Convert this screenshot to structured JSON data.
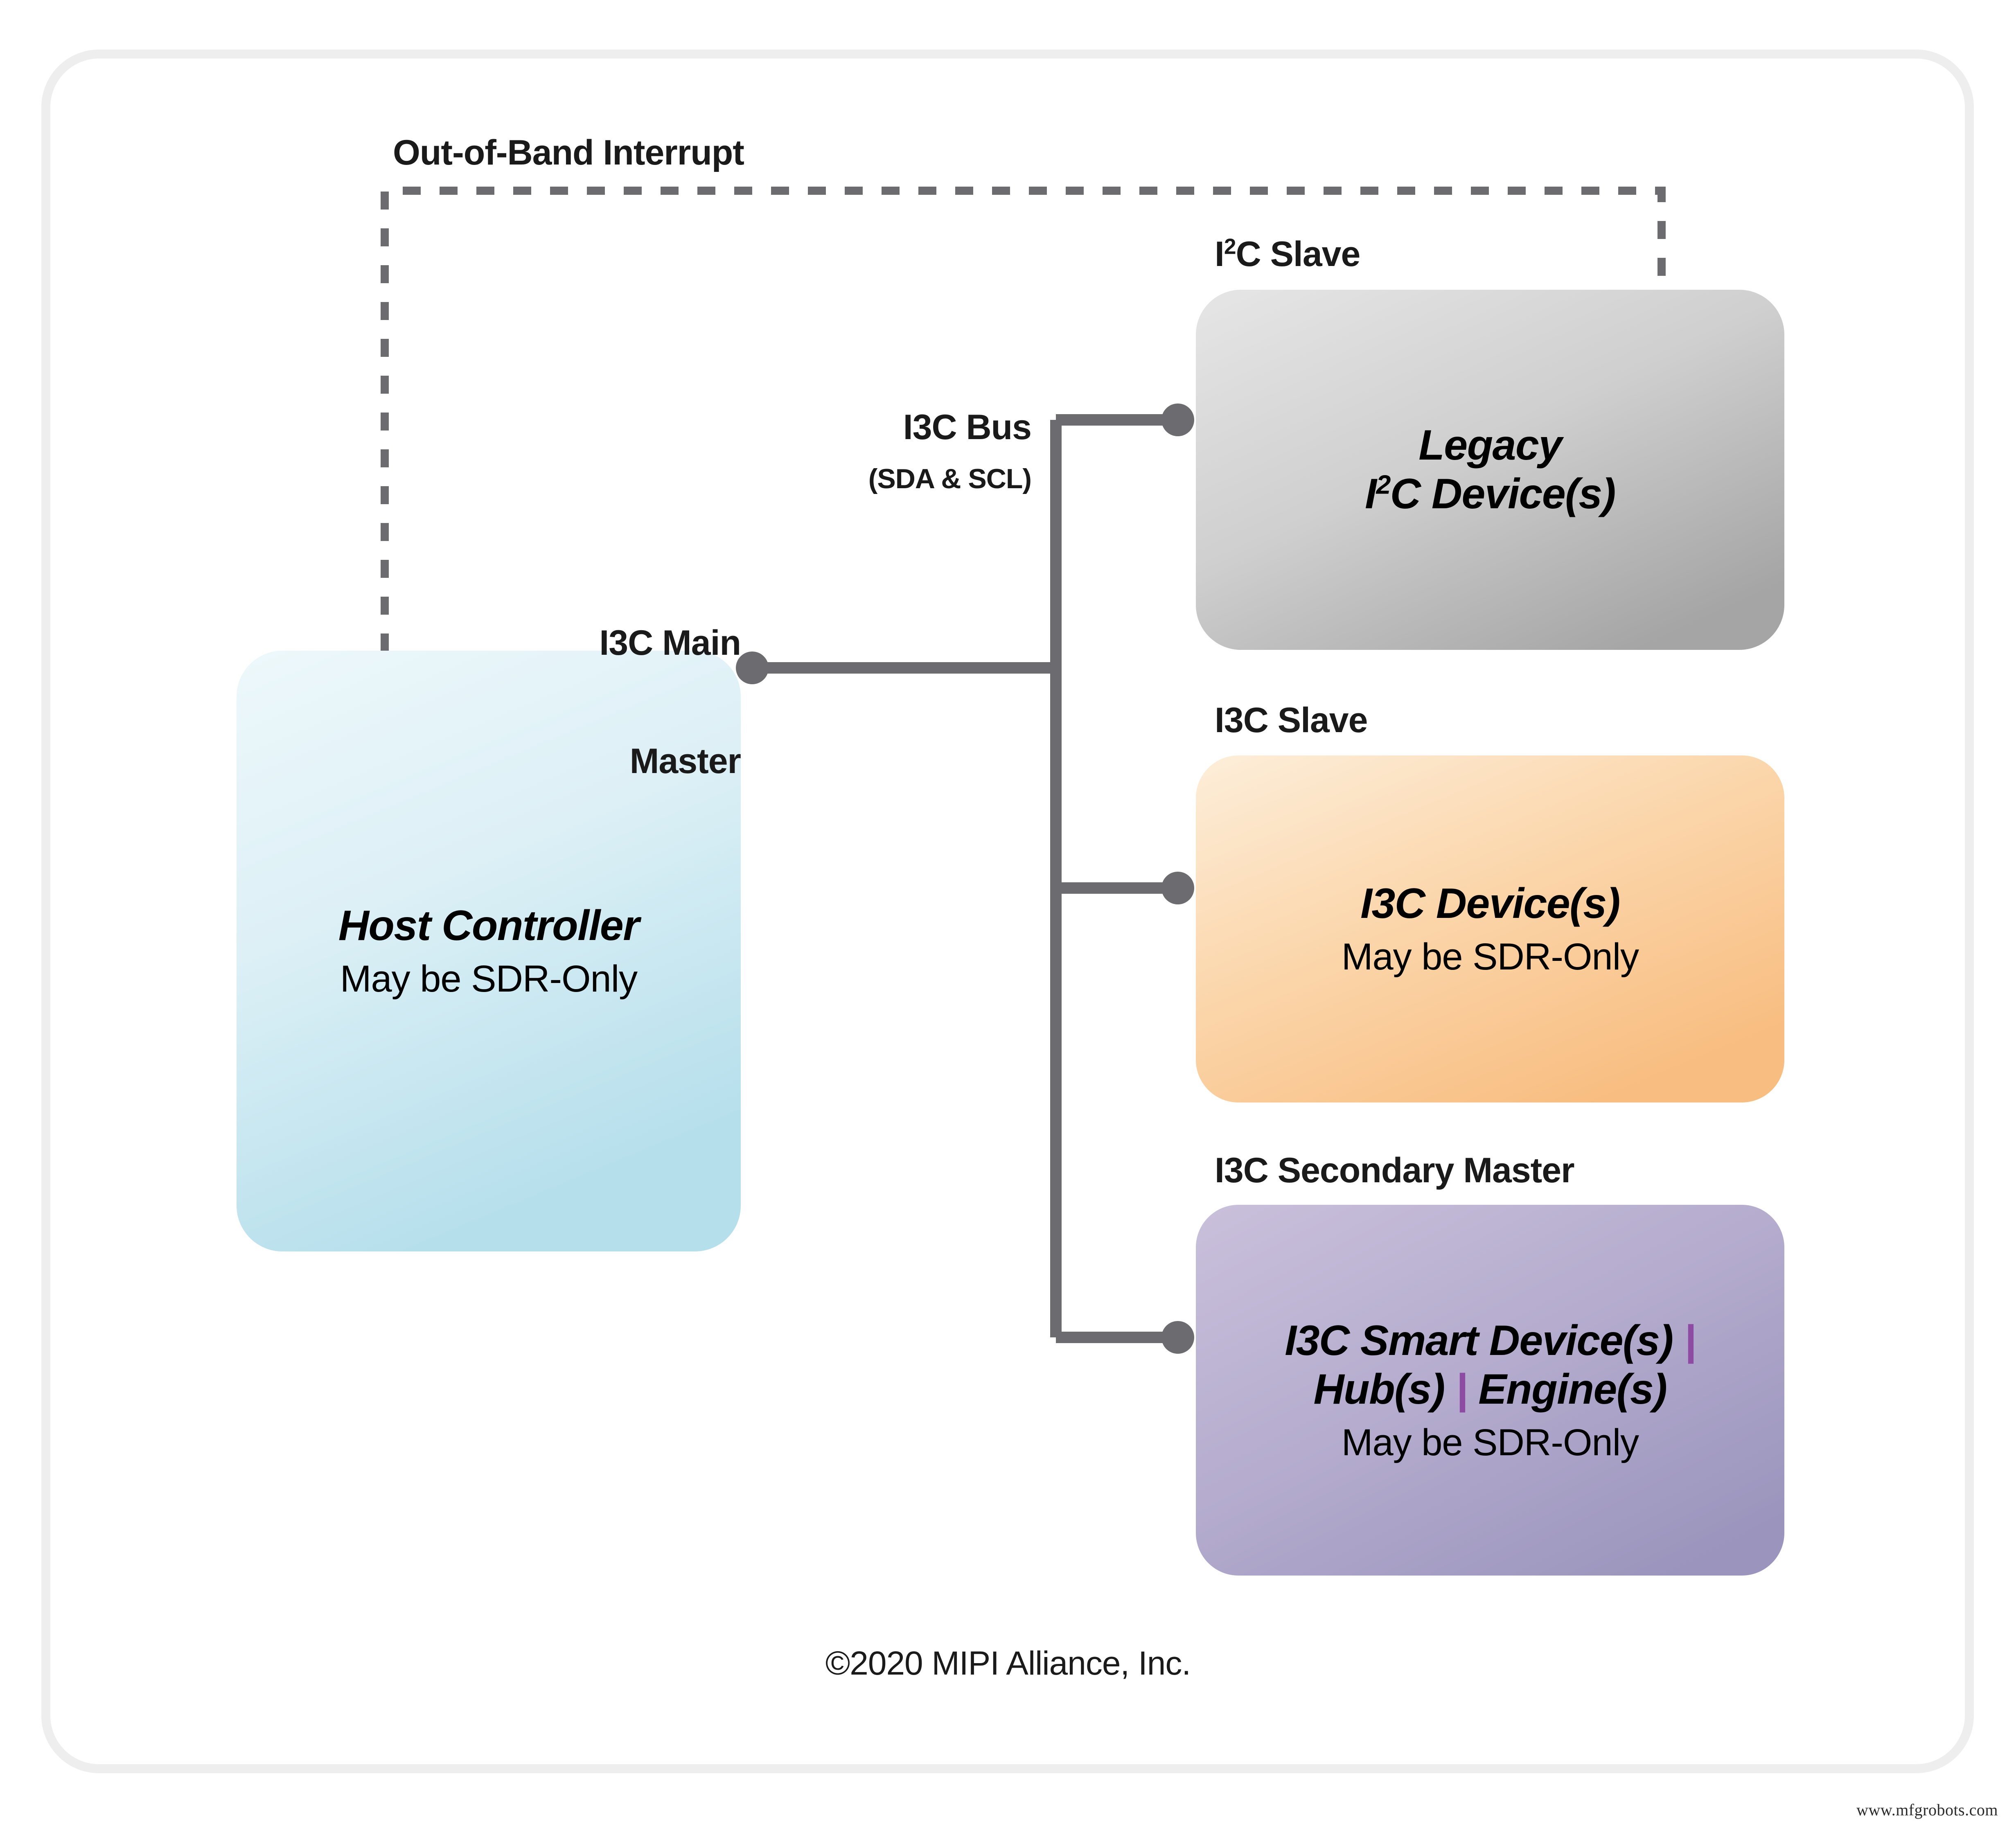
{
  "diagram": {
    "title_oob": "Out-of-Band Interrupt",
    "bus_label_line1": "I3C Bus",
    "bus_label_line2": "(SDA & SCL)",
    "footer": "©2020 MIPI Alliance, Inc.",
    "watermark": "www.mfgrobots.com",
    "colors": {
      "line": "#6b6b70",
      "dashed": "#6b6b70",
      "frame": "#eeeeee",
      "host_top": "#eaf6fa",
      "host_bottom": "#b6dfec",
      "legacy_top": "#e2e2e2",
      "legacy_bottom": "#a8a8a8",
      "i3c_top": "#fdecd9",
      "i3c_bottom": "#f7bc7c",
      "secondary_top": "#c6bcd9",
      "secondary_bottom": "#9f99c0",
      "pipe_accent": "#8e4ba4",
      "text": "#1a1a1a"
    }
  },
  "nodes": {
    "host": {
      "caption_line1": "I3C Main",
      "caption_line2": "Master",
      "title": "Host Controller",
      "subtitle": "May be SDR-Only"
    },
    "legacy": {
      "caption_pre": "I",
      "caption_sup": "2",
      "caption_post": "C Slave",
      "title_line1": "Legacy",
      "title_line2_pre": "I",
      "title_line2_sup": "2",
      "title_line2_post": "C Device(s)",
      "subtitle": ""
    },
    "i3c_slave": {
      "caption": "I3C Slave",
      "title": "I3C Device(s)",
      "subtitle": "May be SDR-Only"
    },
    "secondary": {
      "caption": "I3C Secondary Master",
      "title_line1_a": "I3C Smart Device(s)",
      "title_sep1": "|",
      "title_line2_a": "Hub(s)",
      "title_sep2": "|",
      "title_line2_b": "Engine(s)",
      "subtitle": "May be SDR-Only"
    }
  }
}
